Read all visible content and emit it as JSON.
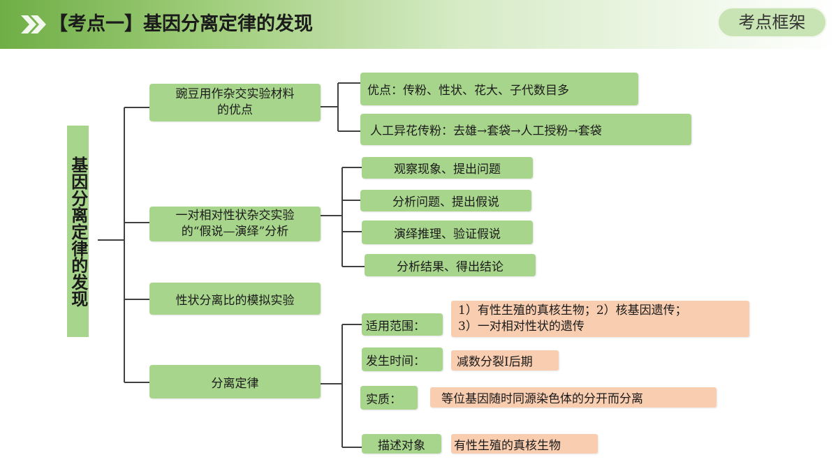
{
  "header": {
    "title": "【考点一】基因分离定律的发现",
    "section_tag": "考点框架",
    "accent_color": "#6fae46",
    "icon": "double-chevron-right-icon"
  },
  "diagram": {
    "root": "基因分离定律的发现",
    "branches": [
      {
        "label_lines": [
          "豌豆用作杂交实验材料",
          "的优点"
        ],
        "children": [
          "优点：传粉、性状、花大、子代数目多",
          "人工异花传粉：去雄→套袋→人工授粉→套袋"
        ]
      },
      {
        "label_lines": [
          "一对相对性状杂交实验",
          "的“假说—演绎”分析"
        ],
        "children": [
          "观察现象、提出问题",
          "分析问题、提出假说",
          "演绎推理、验证假说",
          "分析结果、得出结论"
        ]
      },
      {
        "label_lines": [
          "性状分离比的模拟实验"
        ],
        "children": []
      },
      {
        "label_lines": [
          "分离定律"
        ],
        "children": [
          {
            "key": "适用范围：",
            "value_lines": [
              "1）有性生殖的真核生物；2）核基因遗传；",
              "3）一对相对性状的遗传"
            ]
          },
          {
            "key": "发生时间：",
            "value_lines": [
              "减数分裂I后期"
            ]
          },
          {
            "key": "实质：",
            "value_lines": [
              "等位基因随时同源染色体的分开而分离"
            ]
          },
          {
            "key": "描述对象",
            "value_lines": [
              "有性生殖的真核生物"
            ]
          }
        ]
      }
    ],
    "colors": {
      "green_box": "#a8d58c",
      "salmon_box": "#f9cdb0",
      "connector": "#404040"
    }
  }
}
